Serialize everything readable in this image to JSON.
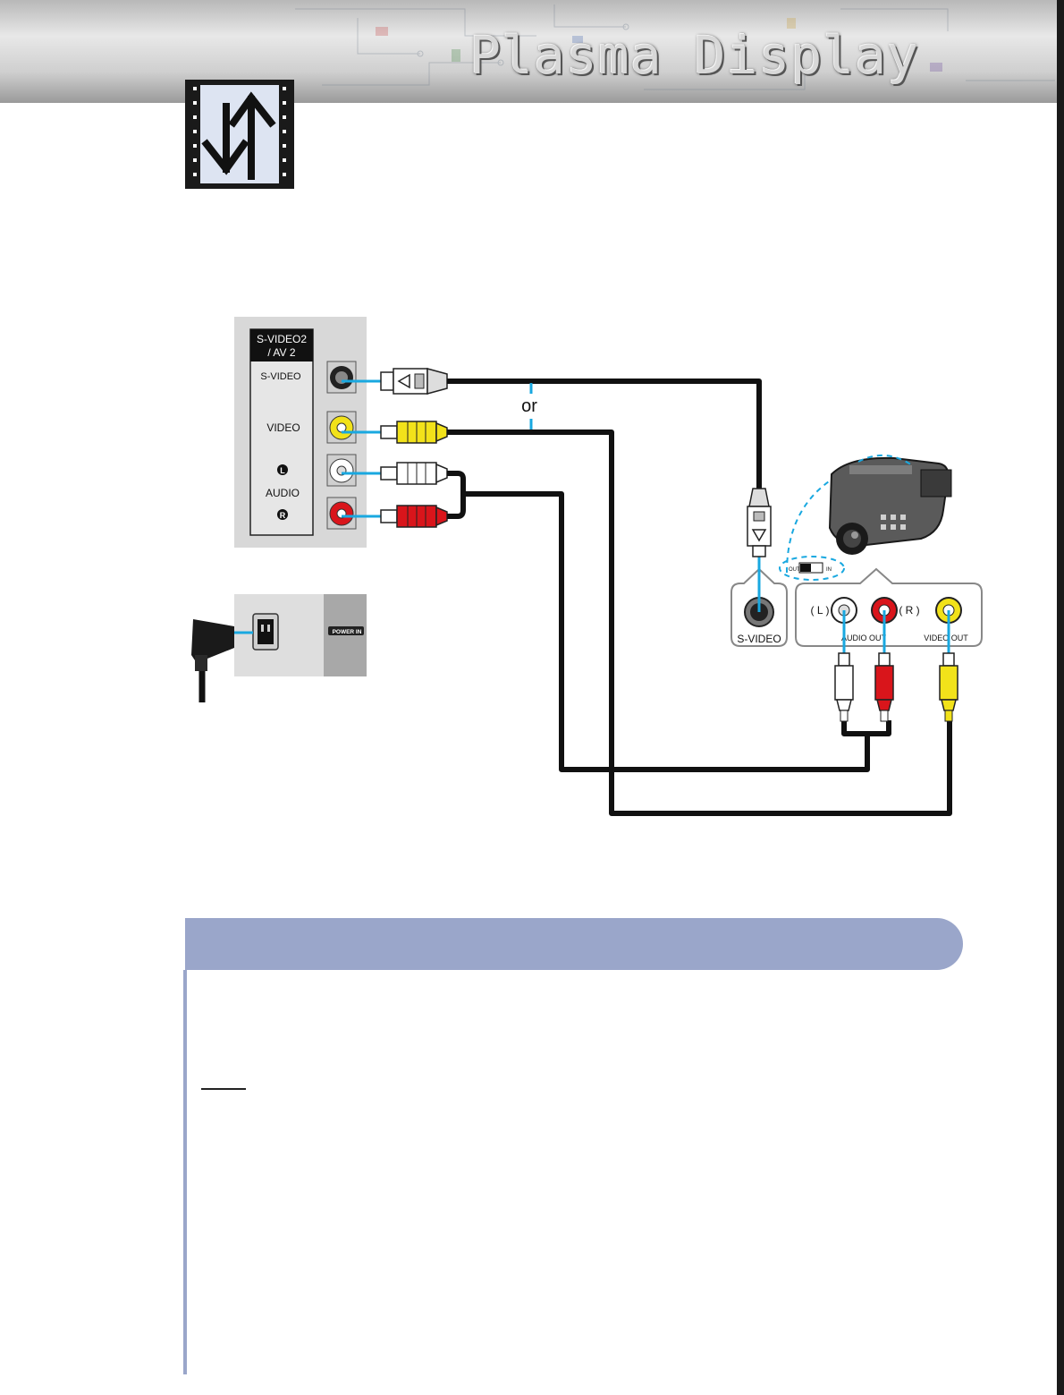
{
  "header": {
    "title": "Plasma Display"
  },
  "diagram": {
    "panel_labels": {
      "group_line1": "S-VIDEO2",
      "group_line2": "/ AV 2",
      "svideo": "S-VIDEO",
      "video": "VIDEO",
      "left_mark": "L",
      "audio": "AUDIO",
      "right_mark": "R"
    },
    "or_label": "or",
    "power_label": "POWER IN",
    "camcorder": {
      "switch_out": "OUT",
      "switch_in": "IN",
      "svideo": "S-VIDEO",
      "left": "( L )",
      "right": "( R )",
      "audio_out": "AUDIO OUT",
      "video_out": "VIDEO OUT"
    }
  },
  "colors": {
    "cable": "#111111",
    "link": "#19a8e0",
    "video_jack": "#f2e21a",
    "audio_right": "#d9151b",
    "audio_left": "#ffffff",
    "info_bar": "#9aa6ca"
  }
}
